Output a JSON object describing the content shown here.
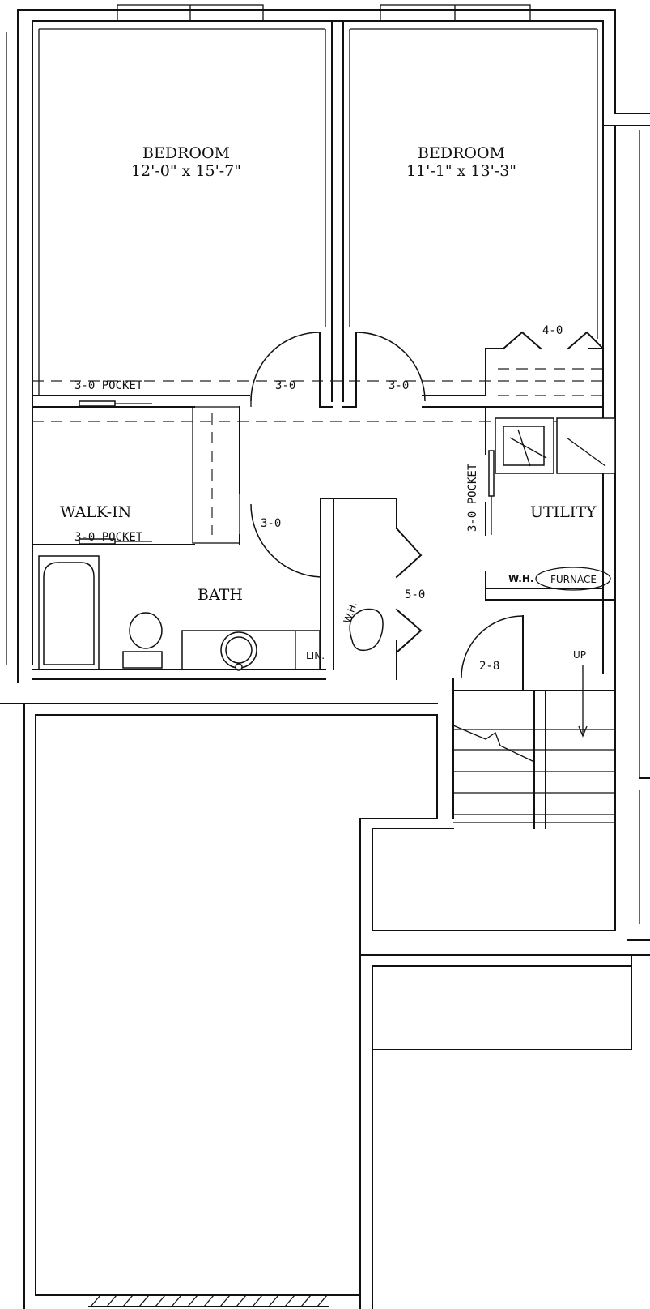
{
  "rooms": {
    "bedroom1": {
      "name": "BEDROOM",
      "size": "12'-0\" x 15'-7\""
    },
    "bedroom2": {
      "name": "BEDROOM",
      "size": "11'-1\" x 13'-3\""
    },
    "walk_in": "WALK-IN",
    "bath": "BATH",
    "utility": "UTILITY"
  },
  "labels": {
    "pocket_bedroom": "3-0 POCKET",
    "pocket_walkin": "3-0 POCKET",
    "pocket_utility": "3-0 POCKET",
    "door_bed1": "3-0",
    "door_bed2": "3-0",
    "door_bath": "3-0",
    "closet_bifold": "4-0",
    "closet_linen_hall": "5-0",
    "door_stair": "2-8",
    "linen": "LIN.",
    "water_heater": "W.H.",
    "furnace": "FURNACE",
    "stair_up": "UP",
    "wh_hall": "W.H."
  }
}
